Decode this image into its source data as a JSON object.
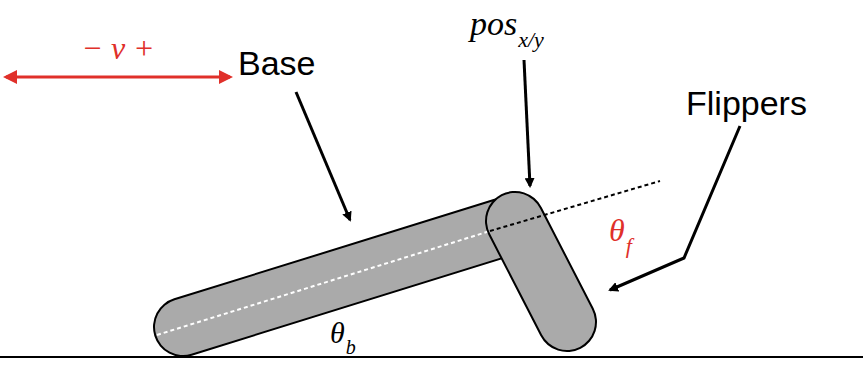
{
  "diagram": {
    "labels": [
      "Base",
      "Flippers",
      "pos",
      "x/y",
      "− v +",
      "θ",
      "f",
      "θ",
      "b"
    ]
  }
}
